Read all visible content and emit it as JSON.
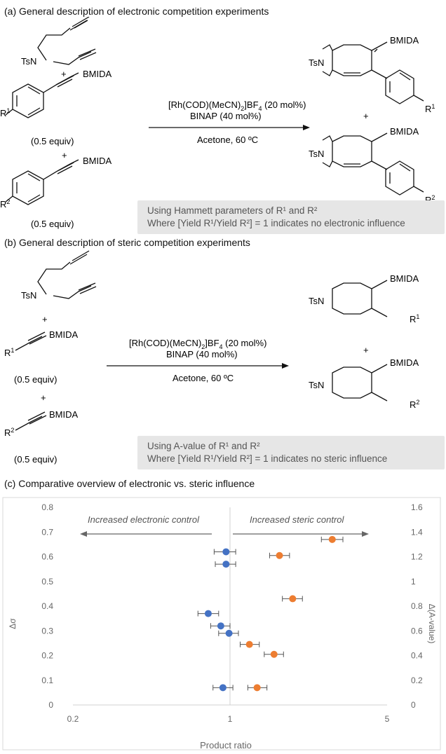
{
  "panel_a": {
    "title": "(a) General description of electronic competition experiments",
    "reagent_ts": "TsN",
    "bmida": "BMIDA",
    "r1": "R",
    "r2": "R",
    "sup1": "1",
    "sup2": "2",
    "plus": "+",
    "equiv": "(0.5 equiv)",
    "cond_line1": "[Rh(COD)(MeCN)",
    "cond_line1_sub": "2",
    "cond_line1_end": "]BF",
    "cond_line1_sub2": "4",
    "cond_line1_tail": " (20 mol%)",
    "cond_line2": "BINAP (40 mol%)",
    "cond_line3": "Acetone, 60 ºC",
    "note_line1": "Using Hammett parameters of R¹ and R²",
    "note_line2": "Where [Yield R¹/Yield R²] = 1 indicates no electronic influence"
  },
  "panel_b": {
    "title": "(b) General description of steric competition experiments",
    "note_line1": "Using A-value of R¹ and R²",
    "note_line2": "Where [Yield R¹/Yield R²] = 1 indicates no steric influence"
  },
  "panel_c": {
    "title": "(c) Comparative overview of electronic vs. steric influence"
  },
  "chart_data": {
    "type": "scatter",
    "xlabel": "Product ratio",
    "ylabel_left": "Δσ",
    "ylabel_right": "Δ(A-value)",
    "x_scale": "log",
    "x_ticks": [
      "0.2",
      "1",
      "5"
    ],
    "y_left_ticks": [
      "0",
      "0.1",
      "0.2",
      "0.3",
      "0.4",
      "0.5",
      "0.6",
      "0.7",
      "0.8"
    ],
    "y_right_ticks": [
      "0",
      "0.2",
      "0.4",
      "0.6",
      "0.8",
      "1",
      "1.2",
      "1.4",
      "1.6"
    ],
    "ylim_left": [
      0,
      0.8
    ],
    "ylim_right": [
      0,
      1.6
    ],
    "xlim": [
      0.2,
      5
    ],
    "annotation_left": "Increased electronic control",
    "annotation_right": "Increased steric control",
    "colors": {
      "electronic": "#4472c4",
      "steric": "#ed7d31"
    },
    "series": [
      {
        "axis": "left",
        "points": [
          {
            "x": 0.96,
            "y": 0.62,
            "err_lo": 0.85,
            "err_hi": 1.06
          },
          {
            "x": 0.96,
            "y": 0.57,
            "err_lo": 0.86,
            "err_hi": 1.06
          },
          {
            "x": 0.8,
            "y": 0.37,
            "err_lo": 0.72,
            "err_hi": 0.89
          },
          {
            "x": 0.91,
            "y": 0.32,
            "err_lo": 0.82,
            "err_hi": 1.0
          },
          {
            "x": 0.99,
            "y": 0.29,
            "err_lo": 0.89,
            "err_hi": 1.09
          },
          {
            "x": 0.93,
            "y": 0.07,
            "err_lo": 0.84,
            "err_hi": 1.03
          }
        ]
      },
      {
        "axis": "right",
        "points": [
          {
            "x": 2.85,
            "y": 1.34,
            "err_lo": 2.55,
            "err_hi": 3.18
          },
          {
            "x": 1.66,
            "y": 1.21,
            "err_lo": 1.5,
            "err_hi": 1.84
          },
          {
            "x": 1.9,
            "y": 0.86,
            "err_lo": 1.71,
            "err_hi": 2.1
          },
          {
            "x": 1.22,
            "y": 0.49,
            "err_lo": 1.11,
            "err_hi": 1.35
          },
          {
            "x": 1.57,
            "y": 0.41,
            "err_lo": 1.42,
            "err_hi": 1.73
          },
          {
            "x": 1.32,
            "y": 0.14,
            "err_lo": 1.2,
            "err_hi": 1.46
          }
        ]
      }
    ]
  }
}
